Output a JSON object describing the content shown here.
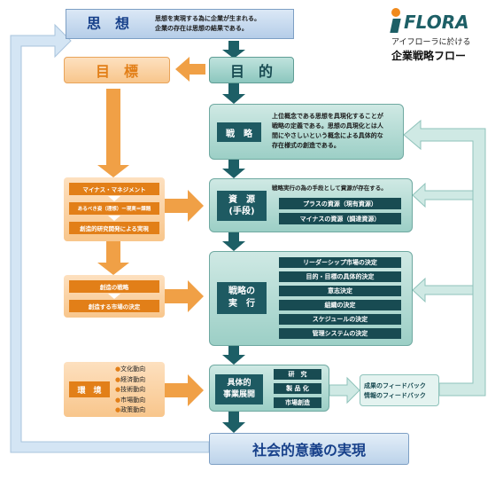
{
  "logo": {
    "brand": "FLORA",
    "subtitle": "アイフローラに於ける",
    "title": "企業戦略フロー"
  },
  "shisou": {
    "label": "思　想",
    "description": [
      "思想を実現する為に企業が生まれる。",
      "企業の存在は思想の結果である。"
    ]
  },
  "mokuhyou": {
    "label": "目　標"
  },
  "mokuteki": {
    "label": "目　的"
  },
  "senryaku": {
    "label": "戦　略",
    "description": [
      "上位概念である思想を具現化することが",
      "戦略の定義である。思想の具現化とは人",
      "間にやさしいという概念による具体的な",
      "存在様式の創造である。"
    ]
  },
  "shigen": {
    "label_line1": "資　源",
    "label_line2": "(手段)",
    "intro": "戦略実行の為の手段として資源が存在する。",
    "items": [
      "プラスの資源（現有資源）",
      "マイナスの資源（調達資源）"
    ]
  },
  "jikkou": {
    "label_line1": "戦略の",
    "label_line2": "実　行",
    "items": [
      "リーダーシップ市場の決定",
      "目的・目標の具体的決定",
      "意志決定",
      "組織の決定",
      "スケジュールの決定",
      "管理システムの決定"
    ]
  },
  "tenkai": {
    "label_line1": "具体的",
    "label_line2": "事業展開",
    "items": [
      "研　究",
      "製 品 化",
      "市場創造"
    ]
  },
  "feedback": {
    "lines": [
      "成果のフィードバック",
      "情報のフィードバック"
    ]
  },
  "left_group1": {
    "items": [
      "マイナス・マネジメント",
      "あるべき姿（理想）ー現実＝課題",
      "創造的研究開発による実現"
    ]
  },
  "left_group2": {
    "items": [
      "創造の戦略",
      "創造する市場の決定"
    ]
  },
  "kankyou": {
    "label": "環　境",
    "items": [
      "文化動向",
      "経済動向",
      "技術動向",
      "市場動向",
      "政策動向"
    ]
  },
  "shakai": {
    "label": "社会的意義の実現"
  }
}
